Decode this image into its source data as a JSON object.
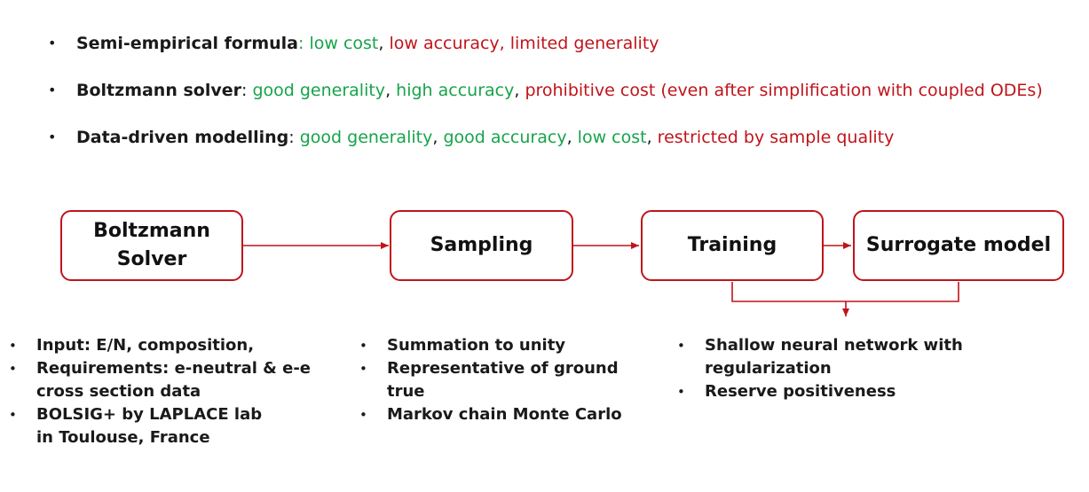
{
  "bullets": [
    {
      "label": "Semi-empirical formula",
      "sep": ": ",
      "segments": [
        {
          "text": "low cost",
          "tone": "pro"
        },
        {
          "text": ", ",
          "tone": "plain"
        },
        {
          "text": "low accuracy, limited generality",
          "tone": "con"
        }
      ]
    },
    {
      "label": "Boltzmann solver",
      "sep": ": ",
      "segments": [
        {
          "text": "good generality",
          "tone": "pro"
        },
        {
          "text": ", ",
          "tone": "plain"
        },
        {
          "text": "high accuracy",
          "tone": "pro"
        },
        {
          "text": ", ",
          "tone": "plain"
        },
        {
          "text": "prohibitive cost (even after simplification with coupled ODEs)",
          "tone": "con"
        }
      ]
    },
    {
      "label": "Data-driven modelling",
      "sep": ": ",
      "segments": [
        {
          "text": "good generality",
          "tone": "pro"
        },
        {
          "text": ", ",
          "tone": "plain"
        },
        {
          "text": "good accuracy",
          "tone": "pro"
        },
        {
          "text": ", ",
          "tone": "plain"
        },
        {
          "text": "low cost",
          "tone": "pro"
        },
        {
          "text": ", ",
          "tone": "plain"
        },
        {
          "text": "restricted by sample quality",
          "tone": "con"
        }
      ]
    }
  ],
  "flow": {
    "boxes": [
      "Boltzmann Solver",
      "Sampling",
      "Training",
      "Surrogate model"
    ]
  },
  "details": {
    "solver": [
      "Input: E/N, composition,",
      "Requirements: e-neutral & e-e cross section data",
      "BOLSIG+ by LAPLACE lab in Toulouse, France"
    ],
    "sampling": [
      "Summation to unity",
      "Representative of ground true",
      "Markov chain Monte Carlo"
    ],
    "training": [
      "Shallow neural network with regularization",
      "Reserve positiveness"
    ]
  },
  "colors": {
    "pro": "#17a34a",
    "con": "#c0141b",
    "accent": "#c0141b"
  }
}
